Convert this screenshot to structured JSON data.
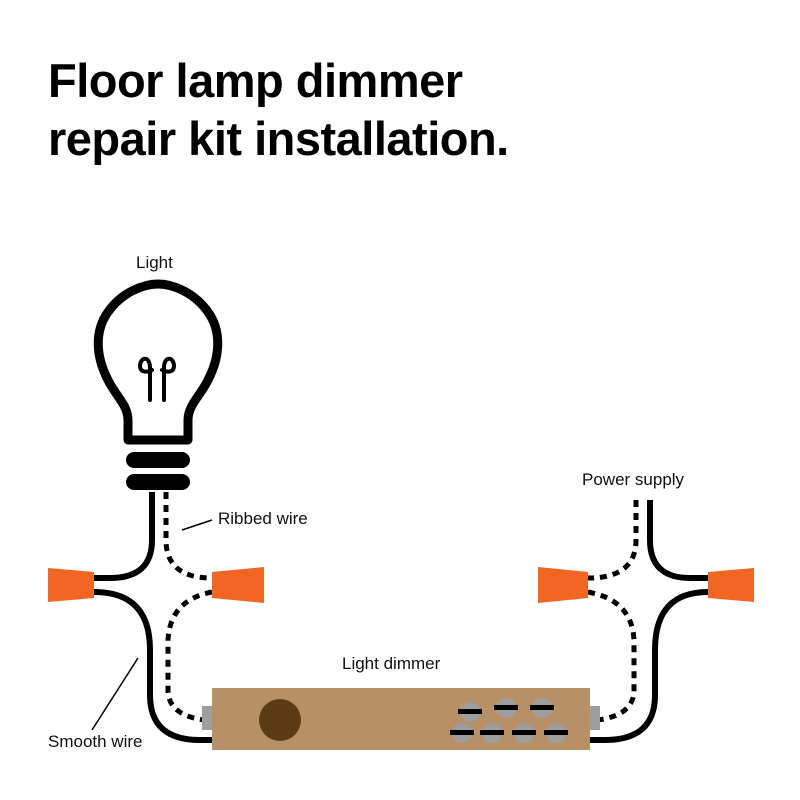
{
  "title_line1": "Floor lamp dimmer",
  "title_line2": "repair kit installation.",
  "labels": {
    "light": "Light",
    "ribbed_wire": "Ribbed wire",
    "power_supply": "Power supply",
    "light_dimmer": "Light dimmer",
    "smooth_wire": "Smooth wire"
  },
  "colors": {
    "wire_nut": "#F26522",
    "dimmer_body": "#B89065",
    "dimmer_knob": "#5C3A14",
    "wire": "#000000",
    "terminal": "#9E9E9E"
  }
}
